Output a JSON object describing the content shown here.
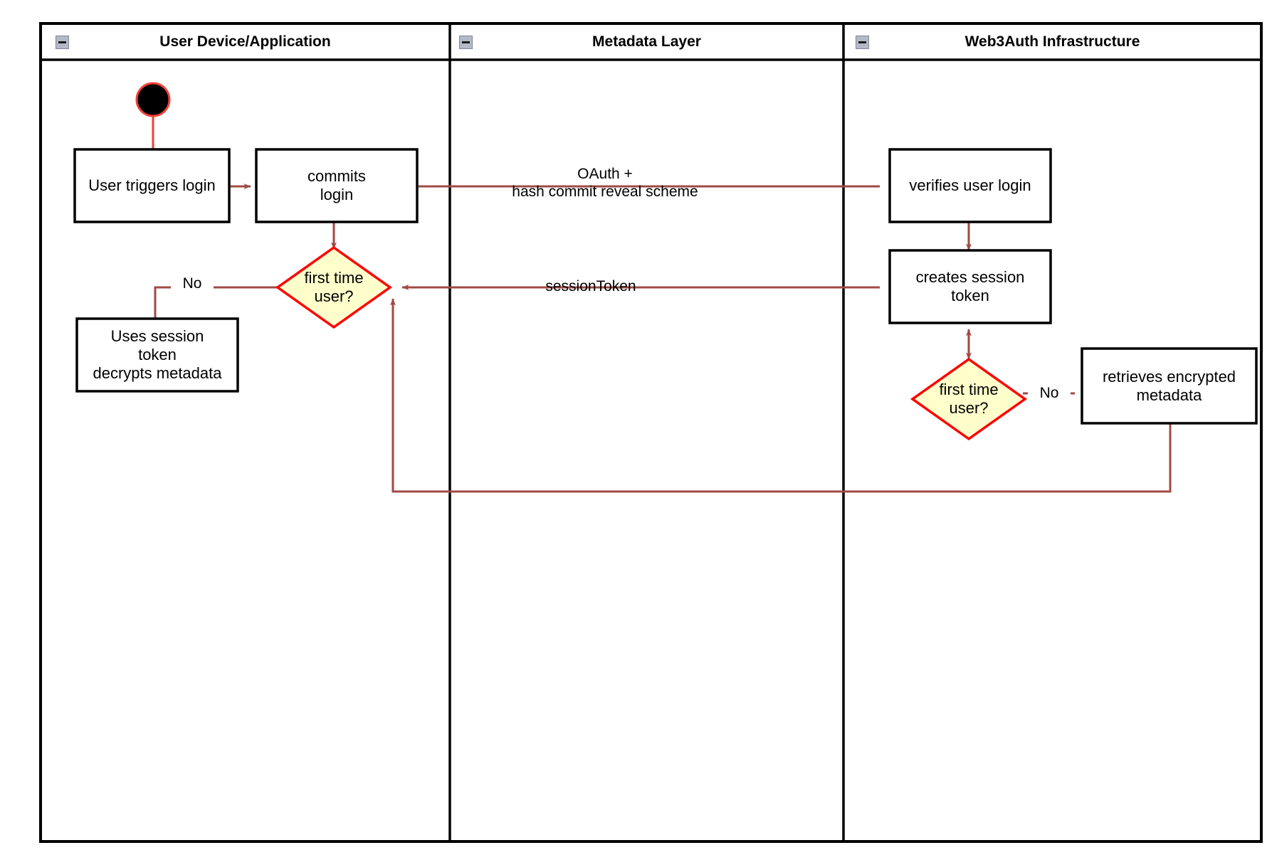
{
  "diagram": {
    "type": "activity-swimlane",
    "background": "#ffffff",
    "frame_border": "#000000",
    "edge_color": "#a04a44",
    "decision_fill": "#ffffcc",
    "decision_stroke": "#ff0000",
    "node_stroke": "#000000",
    "node_fill": "#ffffff",
    "start_node_fill": "#000000",
    "start_node_stroke": "#ef4136"
  },
  "lanes": [
    {
      "id": "lane-user-device",
      "title": "User Device/Application",
      "collapse_icon": "collapse-minus-icon"
    },
    {
      "id": "lane-metadata",
      "title": "Metadata Layer",
      "collapse_icon": "collapse-minus-icon"
    },
    {
      "id": "lane-web3auth",
      "title": "Web3Auth Infrastructure",
      "collapse_icon": "collapse-minus-icon"
    }
  ],
  "nodes": [
    {
      "id": "start",
      "shape": "initial-node",
      "label": "",
      "lane": "lane-user-device"
    },
    {
      "id": "user-triggers-login",
      "shape": "activity",
      "label": "User triggers login",
      "lane": "lane-user-device"
    },
    {
      "id": "commits-login",
      "shape": "activity",
      "label": "commits\nlogin",
      "lane": "lane-user-device"
    },
    {
      "id": "first-time-user-left",
      "shape": "decision",
      "label": "first time\nuser?",
      "lane": "lane-user-device"
    },
    {
      "id": "uses-session-token",
      "shape": "activity",
      "label": "Uses session\ntoken\ndecrypts metadata",
      "lane": "lane-user-device"
    },
    {
      "id": "verifies-user-login",
      "shape": "activity",
      "label": "verifies user login",
      "lane": "lane-web3auth"
    },
    {
      "id": "creates-session-token",
      "shape": "activity",
      "label": "creates session\ntoken",
      "lane": "lane-web3auth"
    },
    {
      "id": "first-time-user-right",
      "shape": "decision",
      "label": "first time\nuser?",
      "lane": "lane-web3auth"
    },
    {
      "id": "retrieves-encrypted-metadata",
      "shape": "activity",
      "label": "retrieves encrypted\nmetadata",
      "lane": "lane-web3auth"
    }
  ],
  "edges": [
    {
      "id": "edge-start-to-trigger",
      "from": "start",
      "to": "user-triggers-login",
      "label": ""
    },
    {
      "id": "edge-trigger-to-commits",
      "from": "user-triggers-login",
      "to": "commits-login",
      "label": ""
    },
    {
      "id": "edge-commits-to-verifies",
      "from": "commits-login",
      "to": "verifies-user-login",
      "label": "OAuth +\nhash commit reveal scheme"
    },
    {
      "id": "edge-commits-to-decision",
      "from": "commits-login",
      "to": "first-time-user-left",
      "label": ""
    },
    {
      "id": "edge-decision-no-left",
      "from": "first-time-user-left",
      "to": "uses-session-token",
      "label": "No"
    },
    {
      "id": "edge-verifies-to-creates",
      "from": "verifies-user-login",
      "to": "creates-session-token",
      "label": ""
    },
    {
      "id": "edge-creates-to-decision-left",
      "from": "creates-session-token",
      "to": "first-time-user-left",
      "label": "sessionToken"
    },
    {
      "id": "edge-creates-to-decision-right",
      "from": "creates-session-token",
      "to": "first-time-user-right",
      "label": ""
    },
    {
      "id": "edge-decision-no-right",
      "from": "first-time-user-right",
      "to": "retrieves-encrypted-metadata",
      "label": "No"
    },
    {
      "id": "edge-retrieves-return",
      "from": "retrieves-encrypted-metadata",
      "to": "first-time-user-left",
      "label": ""
    }
  ],
  "labels": {
    "no_left": "No",
    "no_right": "No",
    "oauth": "OAuth +\nhash commit reveal scheme",
    "session_token": "sessionToken"
  }
}
